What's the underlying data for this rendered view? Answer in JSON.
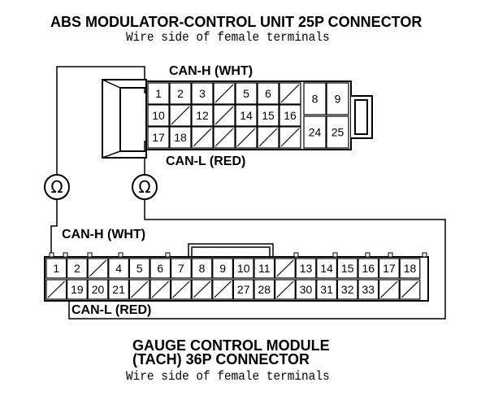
{
  "abs": {
    "title": "ABS MODULATOR-CONTROL UNIT 25P CONNECTOR",
    "subtitle": "Wire side of female terminals",
    "can_h_label": "CAN-H (WHT)",
    "can_l_label": "CAN-L (RED)",
    "pins": [
      {
        "cell": "r0c0",
        "label": "1"
      },
      {
        "cell": "r0c1",
        "label": "2"
      },
      {
        "cell": "r0c2",
        "label": "3"
      },
      {
        "cell": "r0c3",
        "label": ""
      },
      {
        "cell": "r0c4",
        "label": "5"
      },
      {
        "cell": "r0c5",
        "label": "6"
      },
      {
        "cell": "r0c6",
        "label": ""
      },
      {
        "cell": "r1c0",
        "label": "10"
      },
      {
        "cell": "r1c1",
        "label": ""
      },
      {
        "cell": "r1c2",
        "label": "12"
      },
      {
        "cell": "r1c3",
        "label": ""
      },
      {
        "cell": "r1c4",
        "label": "14"
      },
      {
        "cell": "r1c5",
        "label": "15"
      },
      {
        "cell": "r1c6",
        "label": "16"
      },
      {
        "cell": "r2c0",
        "label": "17"
      },
      {
        "cell": "r2c1",
        "label": "18"
      },
      {
        "cell": "r2c2",
        "label": ""
      },
      {
        "cell": "r2c3",
        "label": ""
      },
      {
        "cell": "r2c4",
        "label": ""
      },
      {
        "cell": "r2c5",
        "label": ""
      },
      {
        "cell": "r2c6",
        "label": ""
      },
      {
        "cell": "t8",
        "label": "8"
      },
      {
        "cell": "t9",
        "label": "9"
      },
      {
        "cell": "b8",
        "label": "24"
      },
      {
        "cell": "b9",
        "label": "25"
      }
    ]
  },
  "gauge": {
    "title_line1": "GAUGE CONTROL MODULE",
    "title_line2": "(TACH) 36P CONNECTOR",
    "subtitle": "Wire side of female terminals",
    "can_h_label": "CAN-H (WHT)",
    "can_l_label": "CAN-L (RED)",
    "top_row": [
      "1",
      "2",
      "",
      "4",
      "5",
      "6",
      "7",
      "8",
      "9",
      "10",
      "11",
      "",
      "13",
      "14",
      "15",
      "16",
      "17",
      "18"
    ],
    "bottom_row": [
      "",
      "19",
      "20",
      "21",
      "",
      "",
      "",
      "",
      "",
      "27",
      "28",
      "",
      "30",
      "31",
      "32",
      "33",
      "",
      ""
    ]
  },
  "meters": [
    {
      "symbol": "Ω"
    },
    {
      "symbol": "Ω"
    }
  ]
}
